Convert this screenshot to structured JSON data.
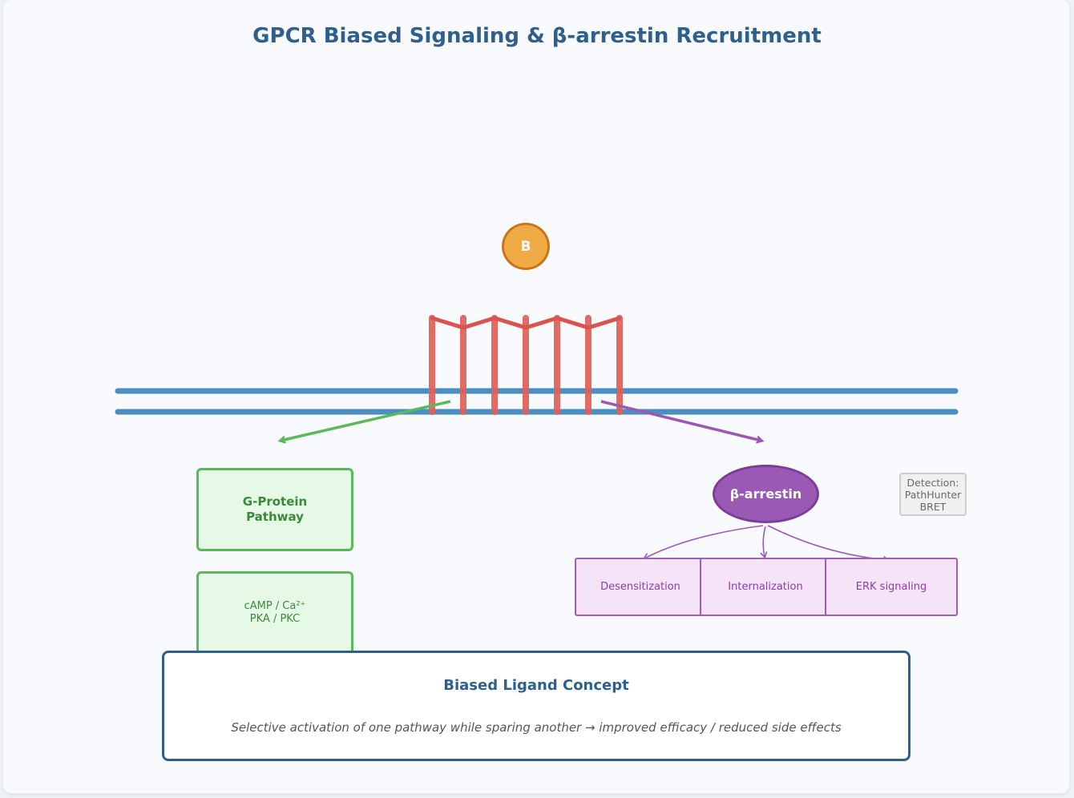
{
  "title": "GPCR Biased Signaling & β-arrestin Recruitment",
  "ligand": {
    "label": "B"
  },
  "g_protein": {
    "pathway_label_line1": "G-Protein",
    "pathway_label_line2": "Pathway",
    "effectors_line1": "cAMP / Ca²⁺",
    "effectors_line2": "PKA / PKC"
  },
  "arrestin": {
    "label": "β-arrestin",
    "outcomes": [
      "Desensitization",
      "Internalization",
      "ERK signaling"
    ]
  },
  "detection": {
    "line1": "Detection:",
    "line2": "PathHunter",
    "line3": "BRET"
  },
  "concept": {
    "title": "Biased Ligand Concept",
    "description": "Selective activation of one pathway while sparing another → improved efficacy / reduced side effects"
  },
  "colors": {
    "membrane": "#4a8ec2",
    "receptor": "#e0605a",
    "g_protein": "#5cb85c",
    "arrestin": "#9b59b6",
    "ligand": "#f0ab45",
    "title": "#2e5f8d"
  }
}
